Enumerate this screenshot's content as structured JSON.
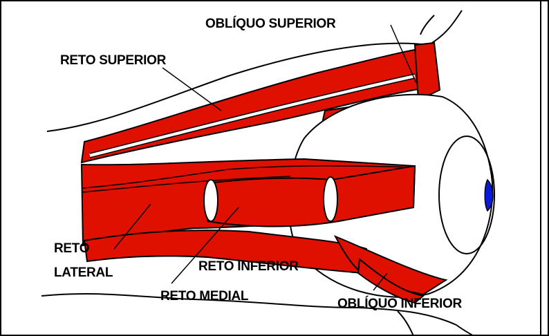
{
  "labels": {
    "obliquo_superior": "OBLÍQUO SUPERIOR",
    "reto_superior": "RETO SUPERIOR",
    "reto_lateral_line1": "RETO",
    "reto_lateral_line2": "LATERAL",
    "reto_inferior": "RETO INFERIOR",
    "reto_medial": "RETO MEDIAL",
    "obliquo_inferior": "OBLÍQUO INFERIOR"
  },
  "colors": {
    "muscle": "#e01000",
    "outline": "#000000",
    "iris": "#0a1adc",
    "background": "#ffffff"
  }
}
